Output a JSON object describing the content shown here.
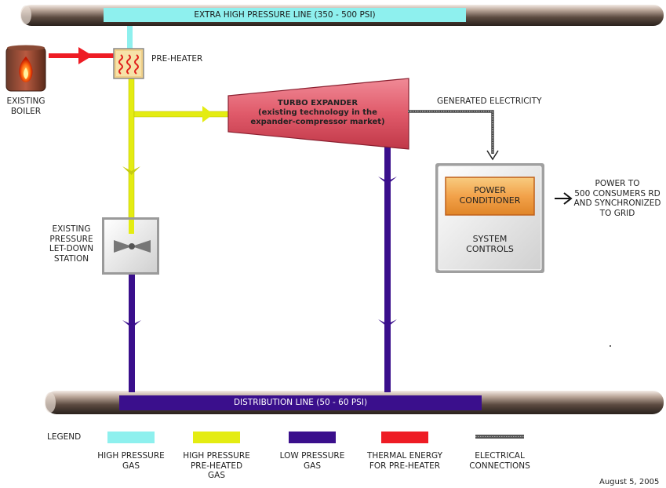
{
  "lines": {
    "extra_high_pressure": "EXTRA HIGH PRESSURE LINE (350 - 500 PSI)",
    "distribution": "DISTRIBUTION LINE (50 - 60 PSI)"
  },
  "components": {
    "boiler": [
      "EXISTING",
      "BOILER"
    ],
    "pre_heater": "PRE-HEATER",
    "turbo_expander": [
      "TURBO EXPANDER",
      "(existing technology in the",
      "expander-compressor market)"
    ],
    "generated_electricity": "GENERATED ELECTRICITY",
    "power_conditioner": [
      "POWER",
      "CONDITIONER"
    ],
    "system_controls": [
      "SYSTEM",
      "CONTROLS"
    ],
    "power_output": [
      "POWER TO",
      "500 CONSUMERS RD",
      "AND SYNCHRONIZED",
      "TO GRID"
    ],
    "letdown_station": [
      "EXISTING",
      "PRESSURE",
      "LET-DOWN",
      "STATION"
    ]
  },
  "legend": {
    "title": "LEGEND",
    "items": [
      {
        "label": [
          "HIGH PRESSURE",
          "GAS"
        ],
        "color": "#8ef0ee",
        "kind": "bar"
      },
      {
        "label": [
          "HIGH PRESSURE",
          "PRE-HEATED",
          "GAS"
        ],
        "color": "#e4ec12",
        "kind": "bar"
      },
      {
        "label": [
          "LOW PRESSURE",
          "GAS"
        ],
        "color": "#3a0f8c",
        "kind": "bar"
      },
      {
        "label": [
          "THERMAL ENERGY",
          "FOR PRE-HEATER"
        ],
        "color": "#ee1c24",
        "kind": "bar"
      },
      {
        "label": [
          "ELECTRICAL",
          "CONNECTIONS"
        ],
        "color": "#555555",
        "kind": "wire"
      }
    ]
  },
  "footer": {
    "date": "August 5, 2005"
  },
  "colors": {
    "high_pressure": "#8ef0ee",
    "preheated": "#e4ec12",
    "low_pressure": "#3a0f8c",
    "thermal": "#ee1c24",
    "turbo": "#e05a6a",
    "conditioner": "#f2a24a"
  }
}
